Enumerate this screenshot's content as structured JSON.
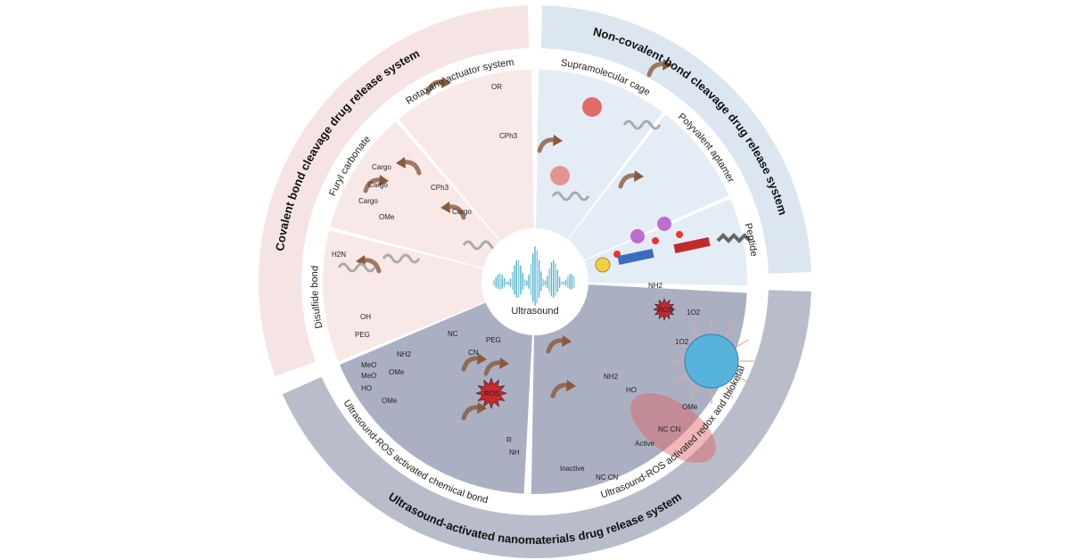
{
  "center": {
    "label": "Ultrasound"
  },
  "outer_ring": [
    {
      "id": "covalent",
      "label": "Covalent bond cleavage drug release system",
      "color": "#f6e3e3"
    },
    {
      "id": "noncovalent",
      "label": "Non-covalent bond cleavage drug release system",
      "color": "#dbe6f0"
    },
    {
      "id": "nanomaterials",
      "label": "Ultrasound-activated nanomaterials drug release system",
      "color": "#b9bdcb"
    }
  ],
  "sectors": [
    {
      "id": "rotaxane",
      "label": "Rotaxane actuator system",
      "color": "#f8e9e8"
    },
    {
      "id": "furyl",
      "label": "Furyl carbonate",
      "color": "#f8e9e8"
    },
    {
      "id": "disulfide",
      "label": "Disulfide bond",
      "color": "#f8e9e8"
    },
    {
      "id": "cage",
      "label": "Supramolecular cage",
      "color": "#e4edf6"
    },
    {
      "id": "aptamer",
      "label": "Polyvalent aptamer",
      "color": "#e4edf6"
    },
    {
      "id": "peptide",
      "label": "Peptide",
      "color": "#e4edf6"
    },
    {
      "id": "redox",
      "label": "Ultrasound-ROS activated redox and thioketal",
      "color": "#aab0c2"
    },
    {
      "id": "chemical",
      "label": "Ultrasound-ROS activated chemical bond",
      "color": "#aab0c2"
    }
  ],
  "chem_labels": {
    "cargo": "Cargo",
    "cargo1": "Cargo",
    "cargo2": "Cargo",
    "cargo3": "Cargo",
    "ome": "OMe",
    "oh_rot": "OR",
    "cph3a": "CPh3",
    "cph3b": "CPh3",
    "h2n": "H2N",
    "oh": "OH",
    "peg1": "PEG",
    "peg2": "PEG",
    "nc": "NC",
    "cn": "CN",
    "nh2a": "NH2",
    "meo1": "MeO",
    "meo2": "MeO",
    "ome2": "OMe",
    "ome3": "OMe",
    "ho": "HO",
    "ros1": "ROS",
    "ros2": "ROS",
    "nh2b": "NH2",
    "nh2c": "NH2",
    "o2a": "1O2",
    "o2b": "1O2",
    "ho2": "HO",
    "ome4": "OMe",
    "active": "Active",
    "inactive": "Inactive",
    "nccn1": "NC  CN",
    "nccn2": "NC  CN",
    "r": "R",
    "nh": "NH"
  },
  "colors": {
    "arrow": "#8a5a3c",
    "ros": "#c8282e",
    "wave": "#3aa6c8",
    "nanoparticle": "#58b3dc"
  }
}
